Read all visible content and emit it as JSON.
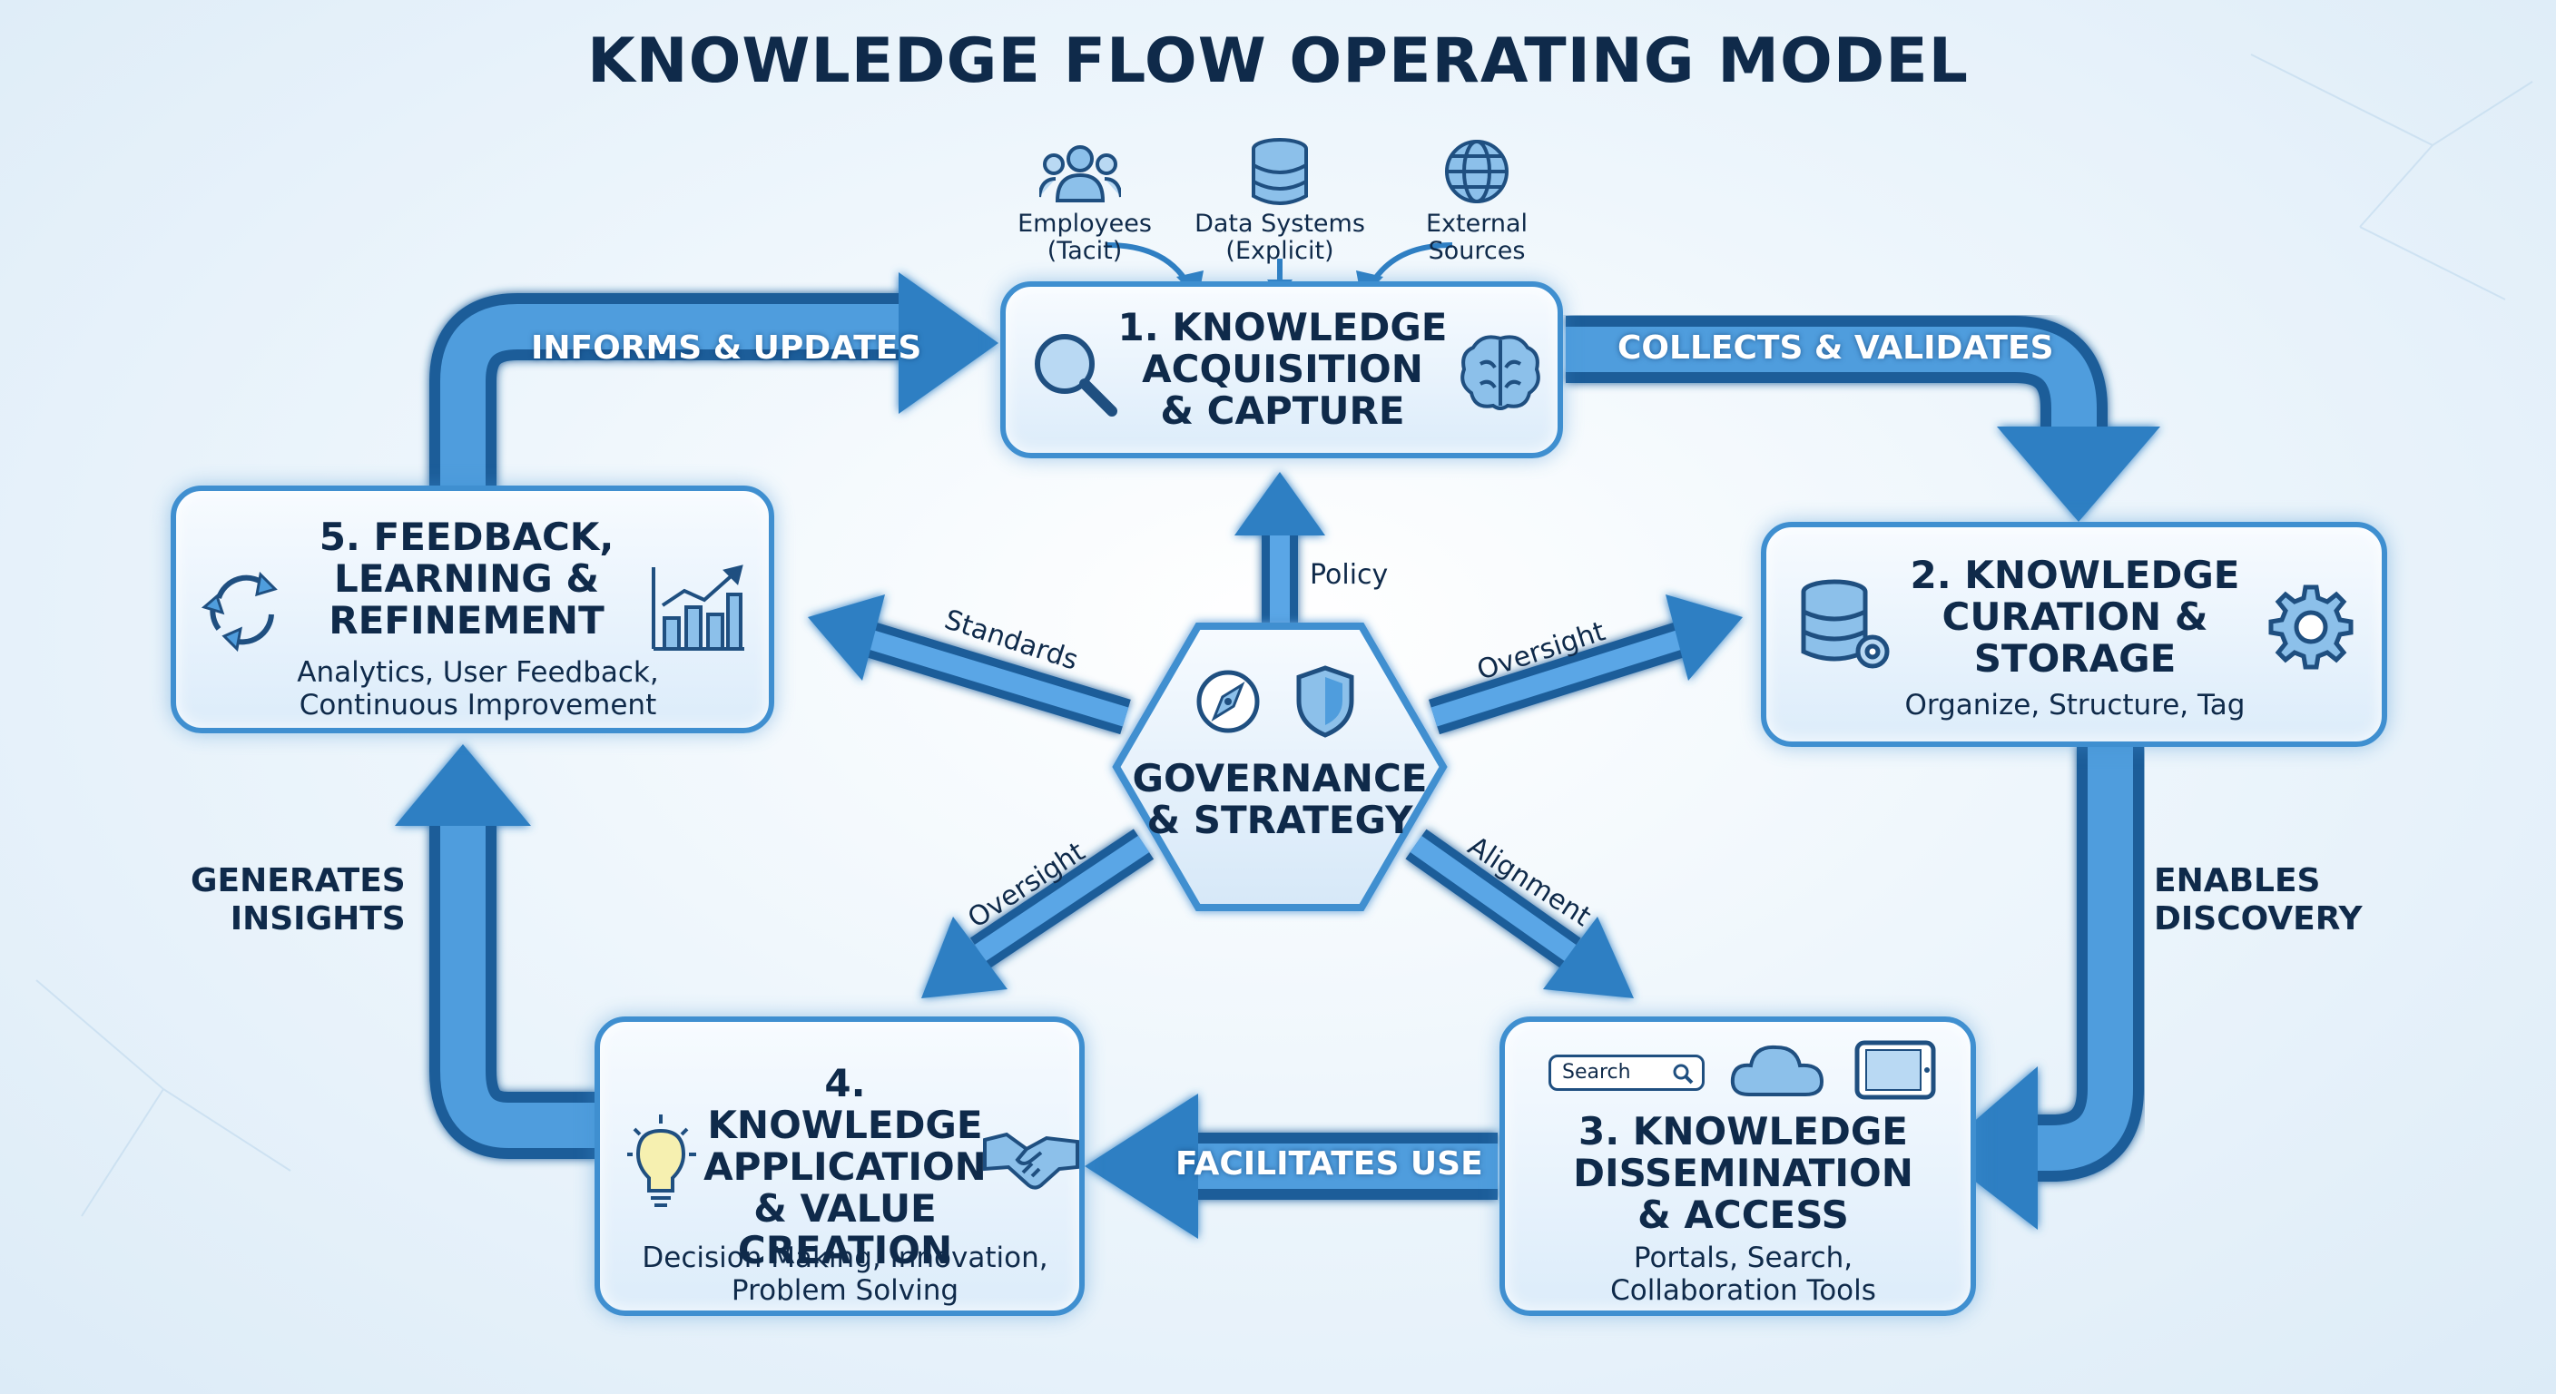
{
  "title": "KNOWLEDGE FLOW OPERATING MODEL",
  "sources": [
    {
      "label": "Employees\n(Tacit)",
      "icon": "people-icon"
    },
    {
      "label": "Data Systems\n(Explicit)",
      "icon": "database-icon"
    },
    {
      "label": "External\nSources",
      "icon": "globe-icon"
    }
  ],
  "stages": [
    {
      "title": "1. KNOWLEDGE\nACQUISITION\n& CAPTURE",
      "description": "",
      "icons": [
        "magnifier-icon",
        "brain-icon"
      ]
    },
    {
      "title": "2. KNOWLEDGE\nCURATION &\nSTORAGE",
      "description": "Organize, Structure, Tag",
      "icons": [
        "database-gear-icon",
        "gear-icon"
      ]
    },
    {
      "title": "3. KNOWLEDGE\nDISSEMINATION\n& ACCESS",
      "description": "Portals, Search,\nCollaboration Tools",
      "icons": [
        "search-bar-icon",
        "cloud-icon",
        "tablet-icon"
      ],
      "search_text": "Search"
    },
    {
      "title": "4. KNOWLEDGE\nAPPLICATION\n& VALUE\nCREATION",
      "description": "Decision Making, Innovation,\nProblem Solving",
      "icons": [
        "lightbulb-icon",
        "handshake-icon"
      ]
    },
    {
      "title": "5. FEEDBACK,\nLEARNING &\nREFINEMENT",
      "description": "Analytics, User Feedback,\nContinuous Improvement",
      "icons": [
        "recycle-icon",
        "bar-chart-icon"
      ]
    }
  ],
  "flows": {
    "informs": "INFORMS & UPDATES",
    "collects": "COLLECTS & VALIDATES",
    "enables": "ENABLES\nDISCOVERY",
    "facilitates": "FACILITATES USE",
    "generates": "GENERATES\nINSIGHTS"
  },
  "governance": {
    "title": "GOVERNANCE\n& STRATEGY",
    "icons": [
      "compass-icon",
      "shield-icon"
    ],
    "links": {
      "policy": "Policy",
      "standards": "Standards",
      "oversight_right": "Oversight",
      "oversight_left": "Oversight",
      "alignment": "Alignment"
    }
  },
  "colors": {
    "title": "#0f2a4a",
    "arrow": "#2f7fc3",
    "arrow_dark": "#1d5d99",
    "box_border": "#3f8fd0"
  }
}
